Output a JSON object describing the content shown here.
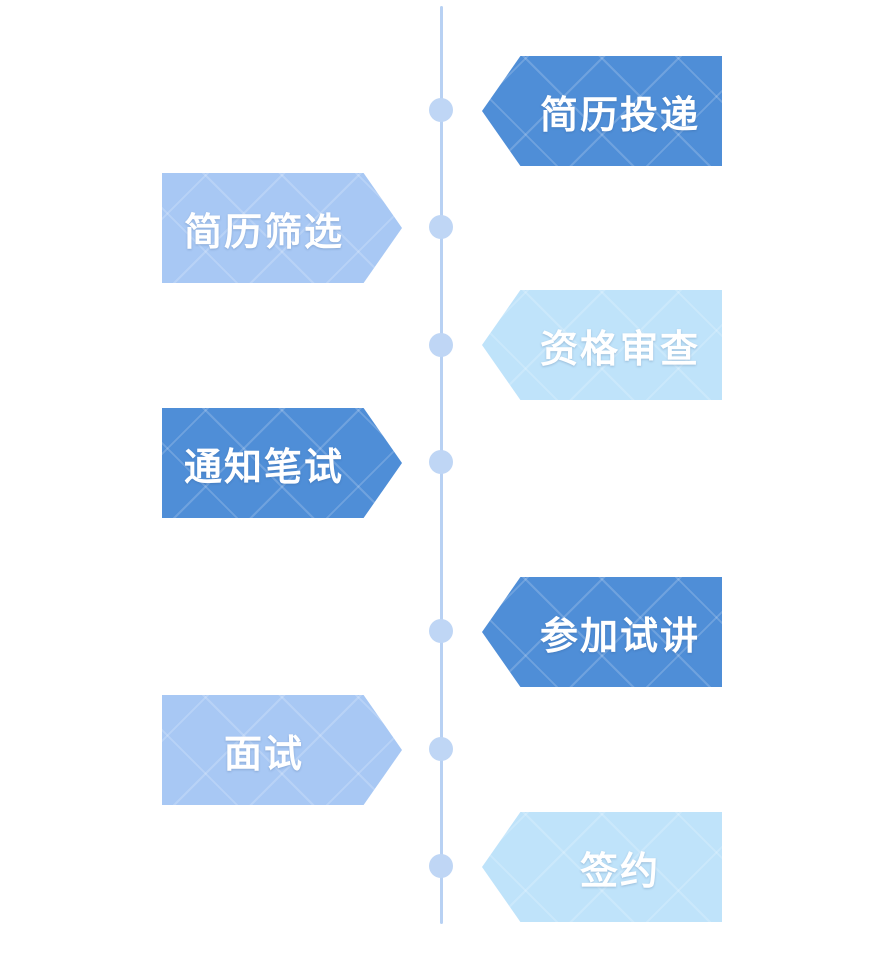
{
  "colors": {
    "axis": "#b8d1f3",
    "dot": "#bfd6f5",
    "tag_dark": "#4f8ed7",
    "tag_mid": "#a8c8f4",
    "tag_light": "#bfe3fa"
  },
  "steps": [
    {
      "label": "简历投递",
      "tone": "tag_dark"
    },
    {
      "label": "简历筛选",
      "tone": "tag_mid"
    },
    {
      "label": "资格审查",
      "tone": "tag_light"
    },
    {
      "label": "通知笔试",
      "tone": "tag_dark"
    },
    {
      "label": "参加试讲",
      "tone": "tag_dark"
    },
    {
      "label": "面试",
      "tone": "tag_mid"
    },
    {
      "label": "签约",
      "tone": "tag_light"
    }
  ]
}
